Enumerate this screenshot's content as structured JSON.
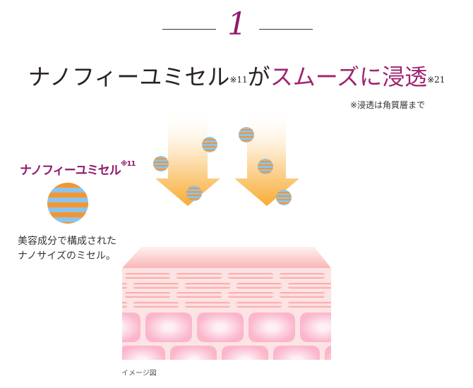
{
  "heading": {
    "number": "1",
    "title_part1": "ナノフィーユミセル",
    "title_ref1": "※11",
    "title_part2": "が",
    "title_part3": "スムーズに浸透",
    "title_ref2": "※21",
    "note": "※浸透は角質層まで"
  },
  "legend": {
    "label": "ナノフィーユミセル",
    "label_ref": "※11",
    "desc_line1": "美容成分で構成された",
    "desc_line2": "ナノサイズのミセル。"
  },
  "caption": "イメージ図",
  "colors": {
    "accent": "#8f1a6e",
    "ball_orange": "#f6952f",
    "ball_blue": "#8cc4ea"
  }
}
